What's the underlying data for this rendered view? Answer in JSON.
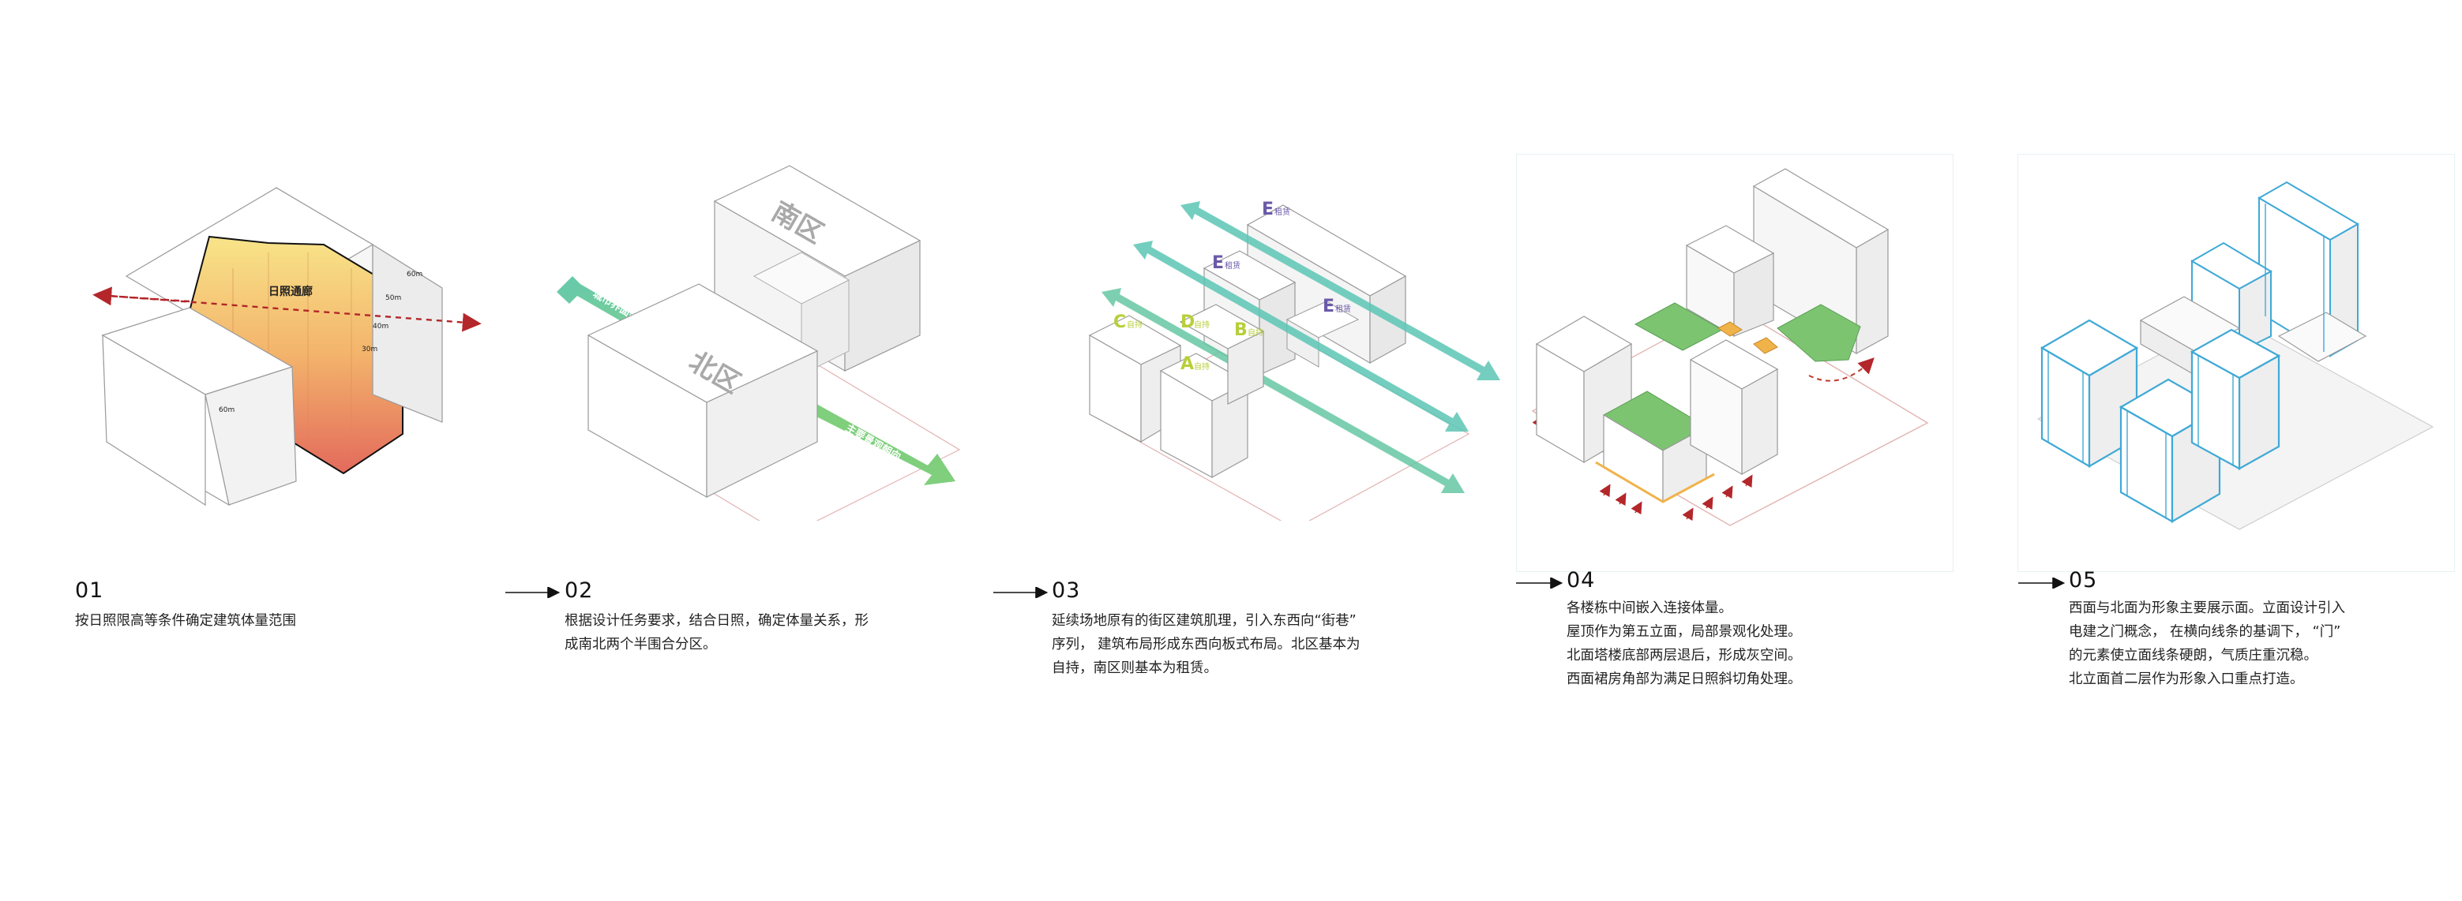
{
  "steps": [
    {
      "num": "01",
      "lines": [
        "按日照限高等条件确定建筑体量范围"
      ],
      "labels": {
        "sun_path": "日照通廊",
        "h60a": "60m",
        "h50": "50m",
        "h40": "40m",
        "h30": "30m",
        "h60b": "60m"
      }
    },
    {
      "num": "02",
      "lines": [
        "根据设计任务要求，结合日照，确定体量关系，形",
        "成南北两个半围合分区。"
      ],
      "labels": {
        "south": "南区",
        "north": "北区",
        "arrow_west": "城市界面延续",
        "arrow_east": "主要景观朝向"
      }
    },
    {
      "num": "03",
      "lines": [
        "延续场地原有的街区建筑肌理，引入东西向“街巷”",
        "序列， 建筑布局形成东西向板式布局。北区基本为",
        "自持，南区则基本为租赁。"
      ],
      "labels": {
        "e_top_letter": "E",
        "e_top_text": "租赁",
        "e_mid_letter": "E",
        "e_mid_text": "租赁",
        "e_right_letter": "E",
        "e_right_text": "租赁",
        "c_letter": "C",
        "c_text": "自持",
        "d_letter": "D",
        "d_text": "自持",
        "b_letter": "B",
        "b_text": "自持",
        "a_letter": "A",
        "a_text": "自持"
      }
    },
    {
      "num": "04",
      "lines": [
        "各楼栋中间嵌入连接体量。",
        "屋顶作为第五立面，局部景观化处理。",
        "北面塔楼底部两层退后，形成灰空间。",
        "西面裙房角部为满足日照斜切角处理。"
      ]
    },
    {
      "num": "05",
      "lines": [
        "西面与北面为形象主要展示面。立面设计引入",
        "电建之门概念， 在横向线条的基调下， “门”",
        "的元素使立面线条硬朗，气质庄重沉稳。",
        "北立面首二层作为形象入口重点打造。"
      ]
    }
  ],
  "colors": {
    "green": "#6bc28a",
    "teal": "#5cc6b4",
    "red_dashed": "#c0392b",
    "facade_blue": "#3fa9d6",
    "gradient_top": "#f7e08a",
    "gradient_bottom": "#e46e5e",
    "label_yellow_green": "#b8cf3a",
    "label_purple": "#6b5aa8"
  }
}
